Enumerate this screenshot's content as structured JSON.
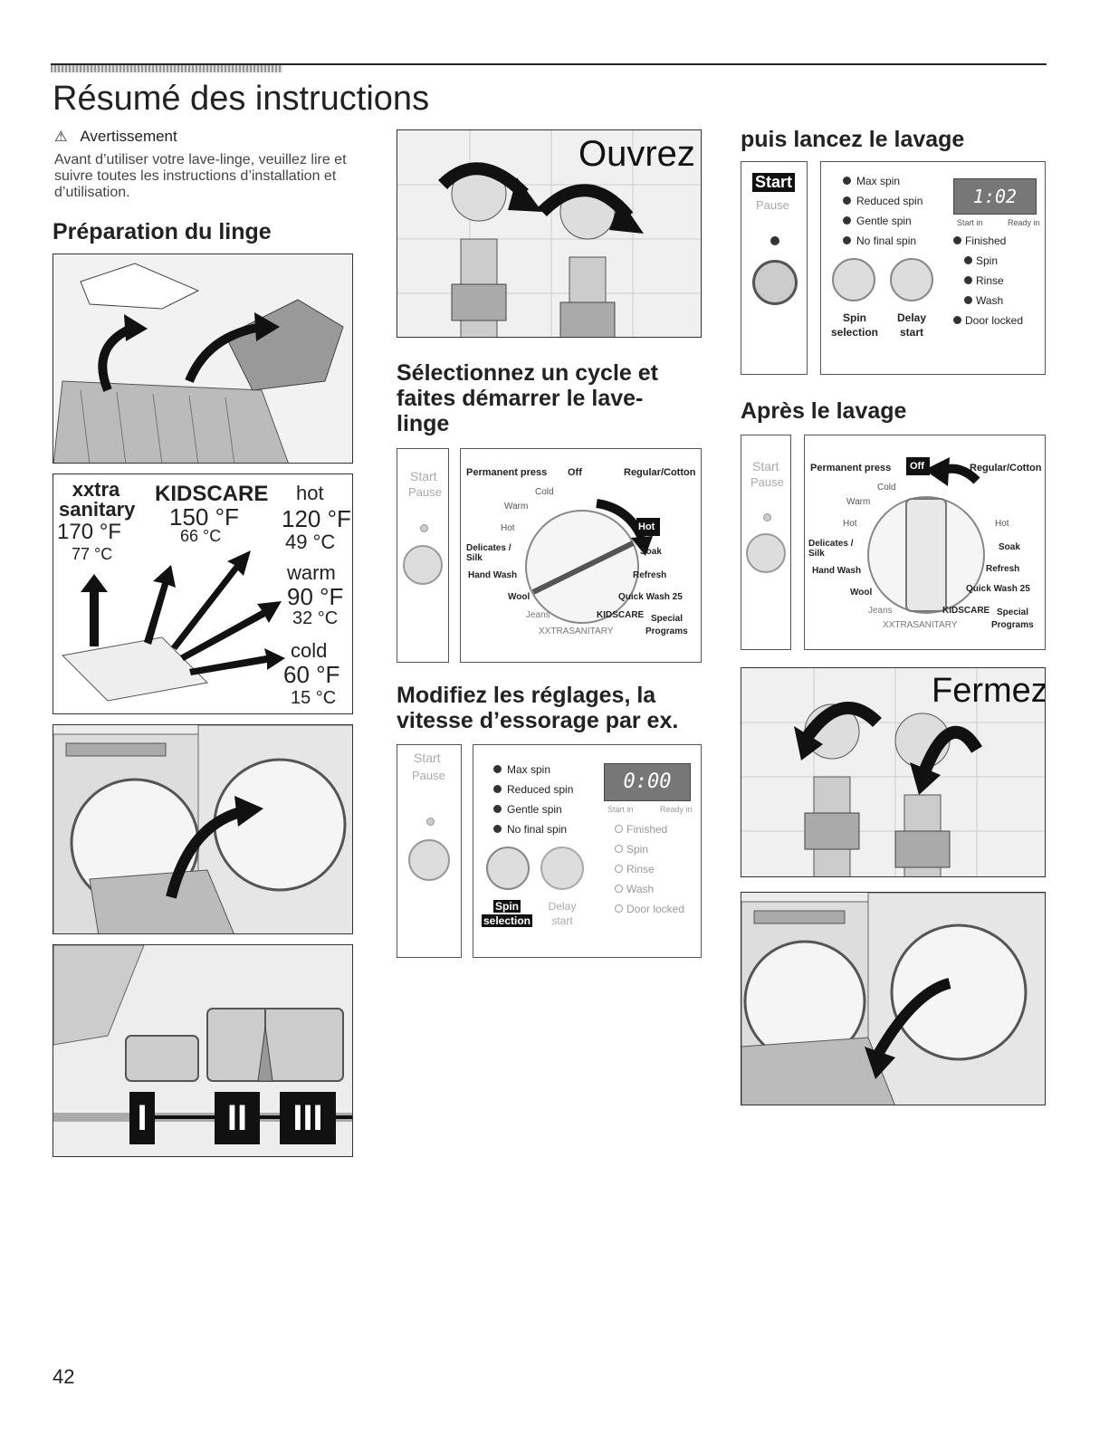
{
  "page": {
    "title": "Résumé des instructions",
    "warning_label": "Avertissement",
    "warning_text": "Avant d’utiliser votre lave-linge, veuillez lire et suivre toutes les instructions d’installation et d’utilisation.",
    "page_number": "42"
  },
  "sections": {
    "preparation": "Préparation du linge",
    "select_cycle": "Sélectionnez un cycle et faites démarrer le lave-linge",
    "modify": "Modifiez les réglages, la vitesse d’essorage par ex.",
    "start_wash": "puis lancez le lavage",
    "after_wash": "Après le lavage"
  },
  "taps": {
    "open": "Ouvrez",
    "close": "Fermez"
  },
  "temperatures": {
    "xxtra": "xxtra",
    "sanitary": "sanitary",
    "sanitary_f": "170 °F",
    "sanitary_c": "77 °C",
    "kidscare": "KIDSCARE",
    "kidscare_f": "150 °F",
    "kidscare_c": "66 °C",
    "hot": "hot",
    "hot_f": "120 °F",
    "hot_c": "49 °C",
    "warm": "warm",
    "warm_f": "90 °F",
    "warm_c": "32 °C",
    "cold": "cold",
    "cold_f": "60 °F",
    "cold_c": "15 °C"
  },
  "dispenser": {
    "i": "I",
    "ii": "II",
    "iii": "III"
  },
  "control": {
    "start": "Start",
    "pause": "Pause",
    "spin_options": [
      "Max spin",
      "Reduced spin",
      "Gentle spin",
      "No final spin"
    ],
    "status": [
      "Finished",
      "Spin",
      "Rinse",
      "Wash",
      "Door locked"
    ],
    "start_in": "Start in",
    "ready_in": "Ready in",
    "spin": "Spin",
    "selection": "selection",
    "delay": "Delay",
    "start_lower": "start",
    "display_zero": "0:00",
    "display_time": "1:02"
  },
  "dial": {
    "permanent_press": "Permanent press",
    "off": "Off",
    "regular_cotton": "Regular/Cotton",
    "cold": "Cold",
    "warm": "Warm",
    "hot": "Hot",
    "hot_bold": "Hot",
    "delicates": "Delicates / Silk",
    "soak": "Soak",
    "hand_wash": "Hand Wash",
    "refresh": "Refresh",
    "wool": "Wool",
    "quick_wash": "Quick Wash 25",
    "jeans": "Jeans",
    "kidscare": "KIDSCARE",
    "special": "Special",
    "programs": "Programs",
    "xxtra_sanitary": "XXTRASANITARY"
  }
}
